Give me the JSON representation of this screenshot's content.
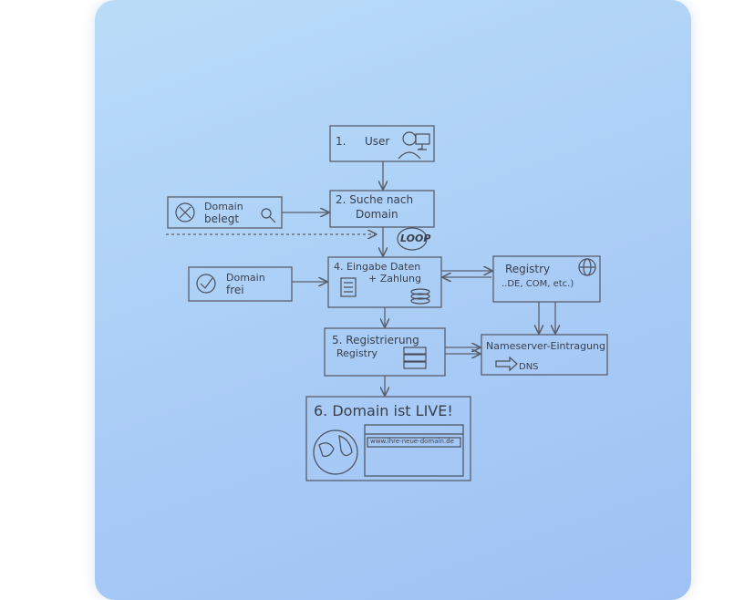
{
  "diagram": {
    "step1": {
      "number": "1.",
      "label": "User"
    },
    "step2": {
      "line1": "2. Suche nach",
      "line2": "Domain"
    },
    "taken": {
      "line1": "Domain",
      "line2": "belegt"
    },
    "loop": "LOOP",
    "free": {
      "line1": "Domain",
      "line2": "frei"
    },
    "step4": {
      "line1": "4. Eingabe Daten",
      "line2": "+ Zahlung"
    },
    "registry": {
      "title": "Registry",
      "subtitle": "..DE, COM, etc.)"
    },
    "step5": {
      "line1": "5. Registrierung",
      "line2": "Registry"
    },
    "nameserver": {
      "title": "Nameserver-Eintragung",
      "dns": "DNS"
    },
    "step6": {
      "title": "6. Domain ist LIVE!",
      "url": "www.ihre-neue-domain.de"
    }
  },
  "colors": {
    "card_top": "#b9ddf8",
    "card_bottom": "#9fc1f4",
    "ink": "#3a3f4c"
  }
}
